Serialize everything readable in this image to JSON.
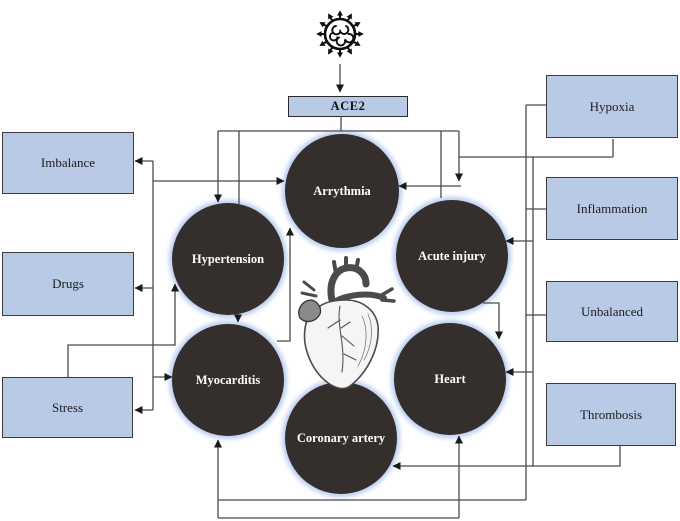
{
  "diagram": {
    "title_hint": "SARS-CoV-2 cardiac effects diagram",
    "receptor": "ACE2",
    "nodes": {
      "arrythmia": "Arrythmia",
      "hypertension": "Hypertension",
      "acute_injury": "Acute injury",
      "myocarditis": "Myocarditis",
      "heart": "Heart",
      "coronary_artery": "Coronary artery"
    },
    "left_boxes": {
      "imbalance": "Imbalance",
      "drugs": "Drugs",
      "stress": "Stress"
    },
    "right_boxes": {
      "hypoxia": "Hypoxia",
      "inflammation": "Inflammation",
      "unbalanced": "Unbalanced",
      "thrombosis": "Thrombosis"
    },
    "icons": {
      "virus": "coronavirus-icon",
      "heart_art": "anatomical-heart-illustration"
    },
    "colors": {
      "box_fill": "#b9cae7",
      "node_fill": "#342e2c",
      "node_glow": "#b9cdf0",
      "line": "#4a4a4a",
      "background": "#ffffff"
    }
  }
}
